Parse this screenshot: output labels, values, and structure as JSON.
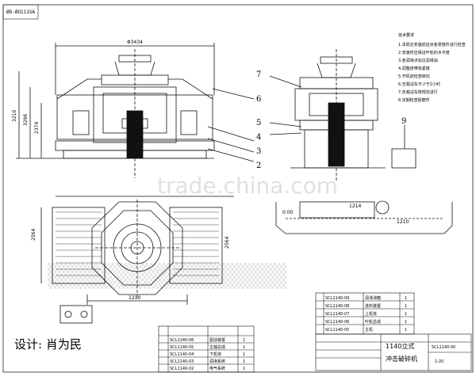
{
  "drawing": {
    "border_code": "ØD-ØU1115A",
    "dimensions": {
      "overall_width": "Φ3434",
      "height_1": "3210",
      "height_2": "3296",
      "height_3": "2374",
      "side_1": "2564",
      "side_2": "2564",
      "bottom_dim": "1210",
      "right_dim_1": "1214",
      "right_dim_2": "1210",
      "elev": "0.00"
    },
    "callouts": [
      "7",
      "6",
      "5",
      "4",
      "3",
      "2",
      "9"
    ],
    "notes_title": "技术要求",
    "notes_lines": [
      "1.本机在安装前应对各零部件进行检查",
      "2.安装时应保证叶轮的水平度",
      "3.各润滑点加注润滑油",
      "4.调整皮带张紧度",
      "5.开机前检查转向",
      "6.空载试车不少于2小时",
      "7.负载试车按规定进行",
      "8.定期检查耐磨件"
    ],
    "watermark": "trade.china.com",
    "designer": "设计:  肖为民"
  },
  "parts_table_left": {
    "rows": [
      {
        "code": "SCL1140-06",
        "name": "驱动装置",
        "qty": "1"
      },
      {
        "code": "SCL1140-05",
        "name": "主轴总成",
        "qty": "1"
      },
      {
        "code": "SCL1140-04",
        "name": "下机体",
        "qty": "1"
      },
      {
        "code": "SCL1140-03",
        "name": "润滑系统",
        "qty": "1"
      },
      {
        "code": "SCL1140-02",
        "name": "电气系统",
        "qty": "1"
      }
    ]
  },
  "parts_table_right": {
    "rows": [
      {
        "code": "SCL1140-09",
        "name": "润滑油箱",
        "qty": "1"
      },
      {
        "code": "SCL1140-08",
        "name": "进料装置",
        "qty": "1"
      },
      {
        "code": "SCL1140-07",
        "name": "上机体",
        "qty": "1"
      },
      {
        "code": "SCL1140-06",
        "name": "叶轮总成",
        "qty": "1"
      },
      {
        "code": "SCL1140-05",
        "name": "主机",
        "qty": "1"
      }
    ]
  },
  "title_block": {
    "product_line1": "1140立式",
    "product_line2": "冲击破碎机",
    "drawing_no": "SCL1140-00",
    "scale": "1:20"
  }
}
